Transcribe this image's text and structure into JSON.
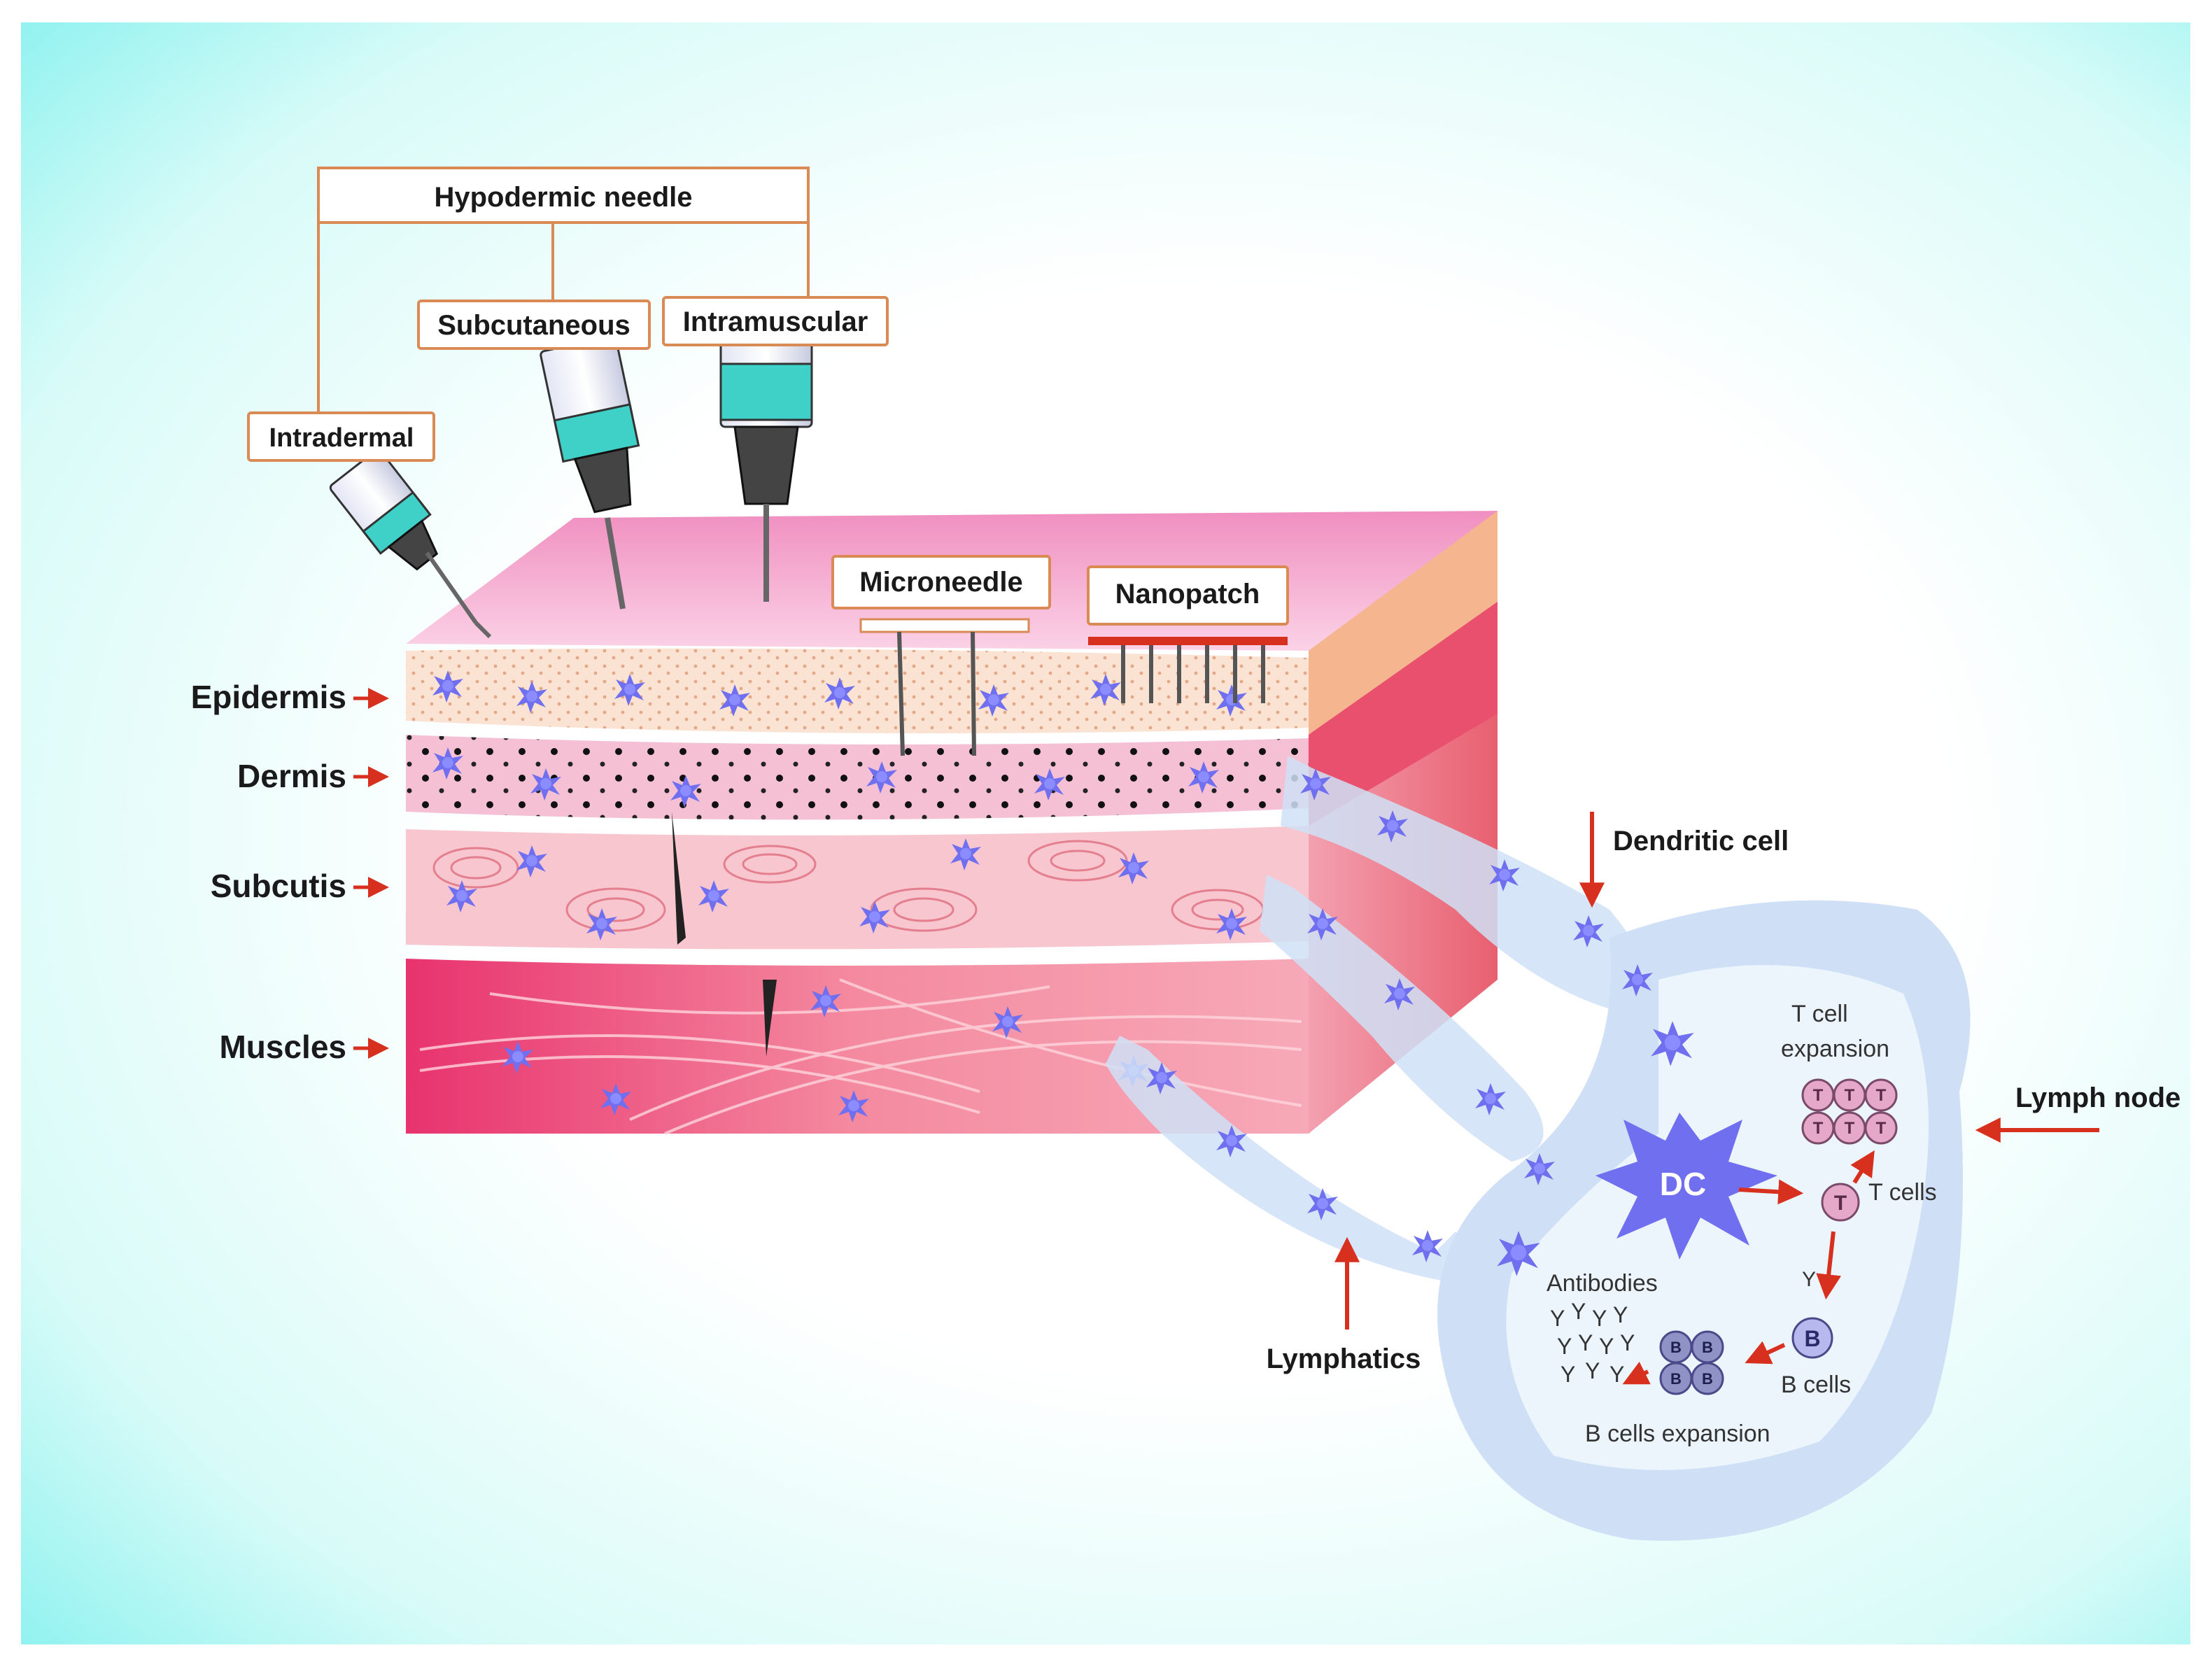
{
  "labels": {
    "hypodermic": "Hypodermic needle",
    "subcutaneous": "Subcutaneous",
    "intramuscular": "Intramuscular",
    "intradermal": "Intradermal",
    "microneedle": "Microneedle",
    "nanopatch": "Nanopatch",
    "epidermis": "Epidermis",
    "dermis": "Dermis",
    "subcutis": "Subcutis",
    "muscles": "Muscles",
    "dendritic_cell": "Dendritic cell",
    "lymph_node": "Lymph node",
    "lymphatics": "Lymphatics",
    "t_cell_expansion_1": "T cell",
    "t_cell_expansion_2": "expansion",
    "t_cells": "T cells",
    "dc": "DC",
    "b_cells": "B cells",
    "b_cells_expansion": "B cells expansion",
    "antibodies": "Antibodies",
    "t_letter": "T",
    "b_letter": "B"
  },
  "colors": {
    "background_cyan": "#8ef2ef",
    "label_border": "#d98a55",
    "arrow_red": "#d8301e",
    "dendritic_purple": "#6f6ff0",
    "lymph_blue": "#cfe0f6"
  }
}
